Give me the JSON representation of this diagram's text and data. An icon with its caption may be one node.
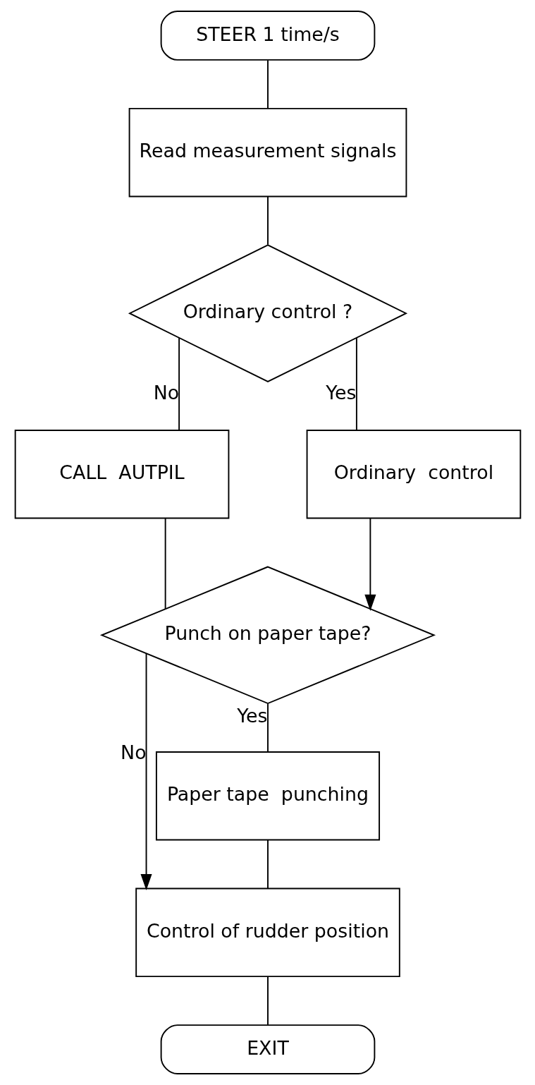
{
  "diagram": {
    "nodes": [
      {
        "text": [
          "STEER 1 time/s"
        ]
      },
      {
        "text": [
          "Read measurement signals"
        ]
      },
      {
        "text": [
          "Ordinary control ?"
        ]
      },
      {
        "text": [
          "CALL  AUTPIL"
        ]
      },
      {
        "text": [
          "Ordinary  control"
        ]
      },
      {
        "text": [
          "Punch on paper tape?"
        ]
      },
      {
        "text": [
          "Paper tape  punching"
        ]
      },
      {
        "text": [
          "Control of rudder position"
        ]
      },
      {
        "text": [
          "EXIT"
        ]
      }
    ],
    "edges": [
      {
        "from": 0,
        "to": 1,
        "arrow": "none"
      },
      {
        "from": 1,
        "to": 2,
        "arrow": "none"
      },
      {
        "from": 2,
        "to": 3,
        "arrow": "none",
        "label": "No"
      },
      {
        "from": 2,
        "to": 4,
        "arrow": "none",
        "label": "Yes"
      },
      {
        "from": 3,
        "to": 5,
        "arrow": "none"
      },
      {
        "from": 4,
        "to": 5,
        "arrow": "to"
      },
      {
        "from": 5,
        "to": 6,
        "arrow": "none",
        "label": "Yes"
      },
      {
        "from": 5,
        "to": 7,
        "arrow": "to",
        "label": "No"
      },
      {
        "from": 6,
        "to": 7,
        "arrow": "none"
      },
      {
        "from": 7,
        "to": 8,
        "arrow": "none"
      }
    ]
  }
}
